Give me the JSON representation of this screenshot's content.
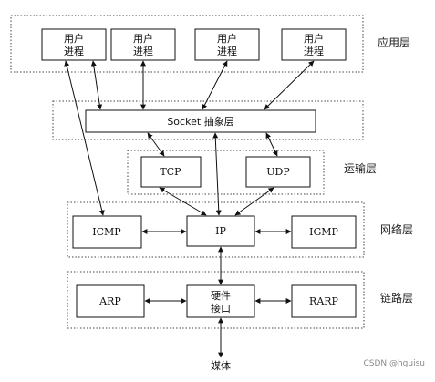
{
  "layers": {
    "app": "应用层",
    "transport": "运输层",
    "network": "网络层",
    "link": "链路层"
  },
  "boxes": {
    "process_1_line1": "用户",
    "process_1_line2": "进程",
    "process_2_line1": "用户",
    "process_2_line2": "进程",
    "process_3_line1": "用户",
    "process_3_line2": "进程",
    "process_4_line1": "用户",
    "process_4_line2": "进程",
    "socket": "Socket 抽象层",
    "tcp": "TCP",
    "udp": "UDP",
    "icmp": "ICMP",
    "ip": "IP",
    "igmp": "IGMP",
    "arp": "ARP",
    "hw_line1": "硬件",
    "hw_line2": "接口",
    "rarp": "RARP"
  },
  "medium": "媒体",
  "watermark": "CSDN @hguisu"
}
